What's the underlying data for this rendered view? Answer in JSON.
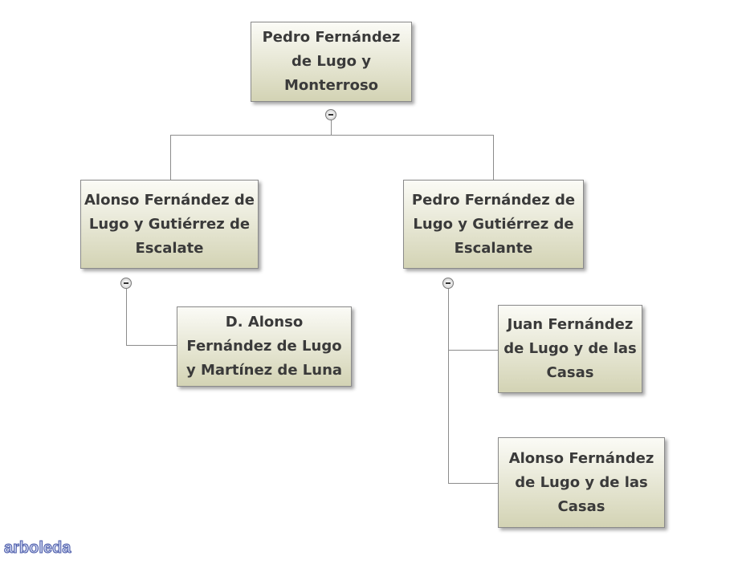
{
  "nodes": {
    "root": "Pedro Fernández de Lugo y Monterroso",
    "alonso": "Alonso Fernández de Lugo y Gutiérrez de Escalate",
    "pedro": "Pedro Fernández de Lugo y Gutiérrez de Escalante",
    "d_alonso": "D. Alonso Fernández de Lugo y Martínez de Luna",
    "juan": "Juan Fernández de Lugo y de las Casas",
    "alonso_casas": "Alonso Fernández de Lugo y de las Casas"
  },
  "watermark": "arboleda"
}
